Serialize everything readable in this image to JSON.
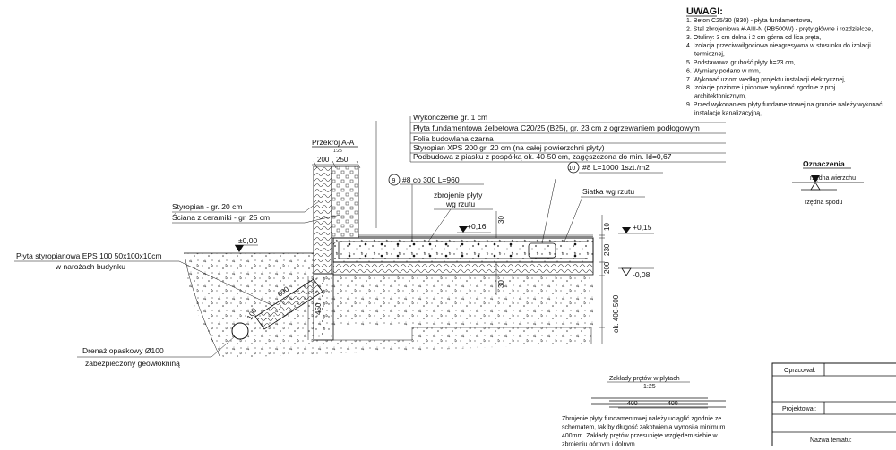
{
  "notes": {
    "title": "UWAGI:",
    "items": [
      "1. Beton C25/30 (B30) - płyta fundamentowa,",
      "2. Stal zbrojeniowa #-AIII-N (RB500W) - pręty główne i rozdzielcze,",
      "3. Otuliny: 3 cm dolna i 2 cm górna od lica pręta,",
      "4. Izolacja przeciwwilgociowa nieagresywna w stosunku do izolacji",
      "termicznej,",
      "5. Podstawowa grubość płyty h=23 cm,",
      "6. Wymiary podano w mm,",
      "7. Wykonać uziom według projektu instalacji elektrycznej,",
      "8. Izolacje poziome i pionowe wykonać zgodnie z proj.",
      "architektonicznym,",
      "9. Przed wykonaniem płyty fundamentowej na gruncie należy wykonać",
      "instalacje kanalizacyjną,"
    ]
  },
  "legend": {
    "title": "Oznaczenia",
    "top_label": "rzędna wierzchu",
    "bottom_label": "rzędna spodu"
  },
  "section": {
    "title": "Przekrój A-A",
    "scale": "1:25",
    "dim_200": "200",
    "dim_250": "250"
  },
  "layers": [
    "Wykończenie gr. 1 cm",
    "Płyta fundamentowa żelbetowa C20/25 (B25), gr. 23 cm z ogrzewaniem podłogowym",
    "Folia budowlana czarna",
    "Styropian XPS 200 gr. 20 cm (na całej powierzchni płyty)",
    "Podbudowa z piasku z pospółką ok. 40-50 cm, zagęszczona do min. Id=0,67"
  ],
  "callouts": {
    "bar9_num": "9",
    "bar9_text": "#8 co 300 L=960",
    "bar10_num": "10",
    "bar10_text": "#8  L=1000  1szt./m2",
    "zbrojenie": "zbrojenie płyty",
    "zbrojenie2": "wg rzutu",
    "siatka": "Siatka wg rzutu",
    "styropian_wall": "Styropian - gr. 20 cm",
    "sciana": "Ściana z ceramiki - gr. 25 cm",
    "plyta_eps": "Płyta styropianowa EPS 100 50x100x10cm",
    "plyta_eps2": "w narożach budynku",
    "drenaz": "Drenaż opaskowy Ø100",
    "drenaz2": "zabezpieczony geowłókniną"
  },
  "levels": {
    "zero": "±0,00",
    "plus016a": "+0,16",
    "plus015": "+0,15",
    "minus008": "-0,08"
  },
  "dims": {
    "d10": "10",
    "d230": "230",
    "d200": "200",
    "d30a": "30",
    "d30b": "30",
    "d450": "450",
    "d600": "600",
    "d100": "100",
    "dok": "ok. 400-500"
  },
  "lap": {
    "title": "Zakłady prętów w płytach",
    "scale": "1:25",
    "d1": "400",
    "d2": "400",
    "text": [
      "Zbrojenie płyty fundamentowej należy uciąglić zgodnie ze",
      "schematem, tak by długość zakotwienia wynosiła minimum",
      "400mm. Zakłady prętów przesunięte względem siebie w",
      "zbrojeniu górnym i dolnym"
    ]
  },
  "titleblock": {
    "opracowal": "Opracował:",
    "projektowal": "Projektował:",
    "nazwa": "Nazwa tematu:"
  }
}
